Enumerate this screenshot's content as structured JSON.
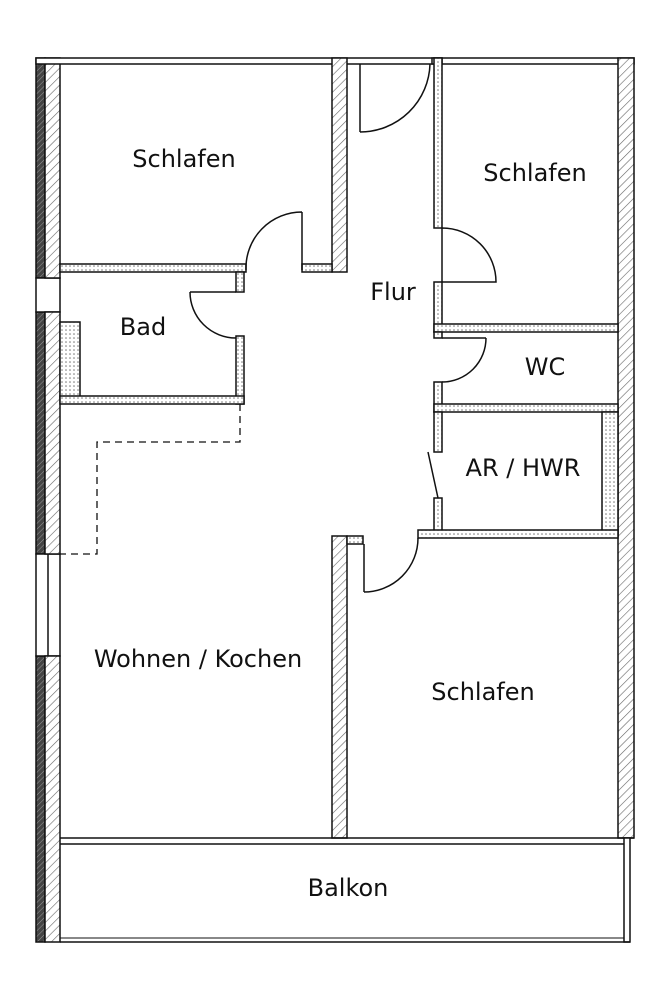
{
  "rooms": {
    "schlafen_nw": "Schlafen",
    "schlafen_ne": "Schlafen",
    "bad": "Bad",
    "flur": "Flur",
    "wc": "WC",
    "ar_hwr": "AR / HWR",
    "wohnen_kochen": "Wohnen / Kochen",
    "schlafen_se": "Schlafen",
    "balkon": "Balkon"
  },
  "colors": {
    "wall_line": "#111111",
    "hatch": "#555555",
    "exterior_dark": "#333333",
    "background": "#ffffff"
  }
}
